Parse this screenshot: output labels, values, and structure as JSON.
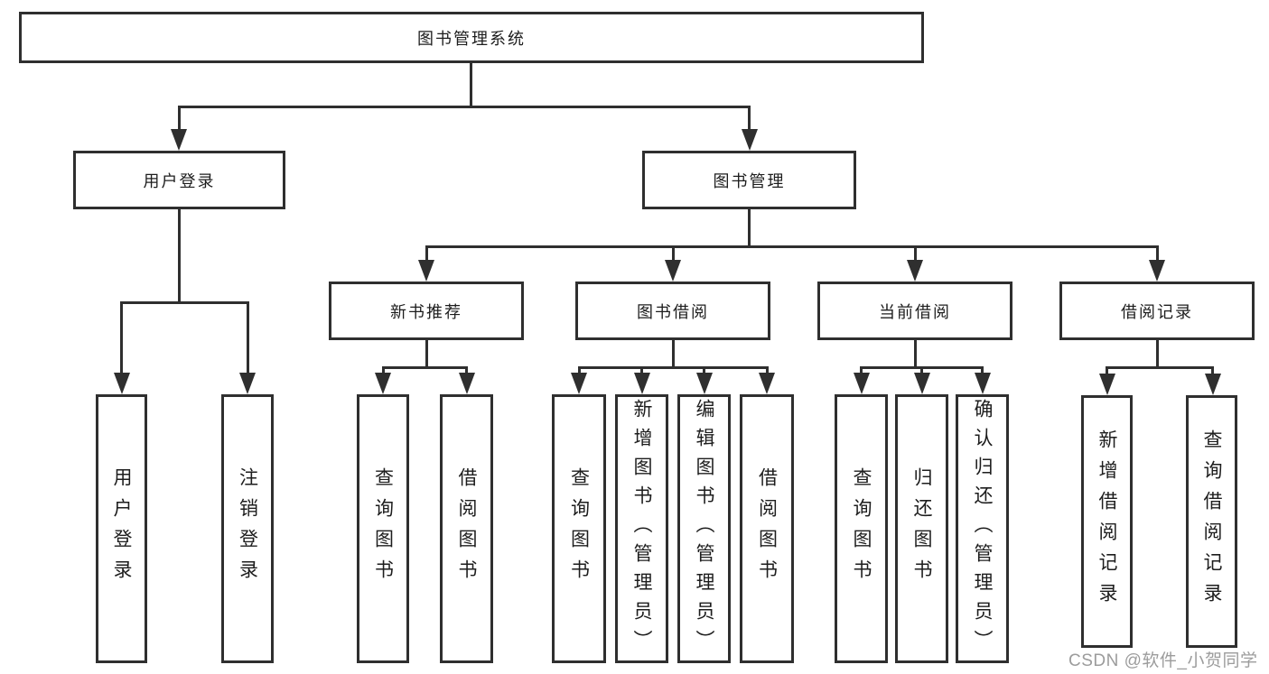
{
  "diagram": {
    "root": {
      "label": "图书管理系统"
    },
    "branches": {
      "user": {
        "label": "用户登录",
        "children": [
          "用户登录",
          "注销登录"
        ]
      },
      "books": {
        "label": "图书管理",
        "sections": [
          {
            "label": "新书推荐",
            "children": [
              "查询图书",
              "借阅图书"
            ]
          },
          {
            "label": "图书借阅",
            "children": [
              "查询图书",
              "新增图书（管理员）",
              "编辑图书（管理员）",
              "借阅图书"
            ]
          },
          {
            "label": "当前借阅",
            "children": [
              "查询图书",
              "归还图书",
              "确认归还（管理员）"
            ]
          },
          {
            "label": "借阅记录",
            "children": [
              "新增借阅记录",
              "查询借阅记录"
            ]
          }
        ]
      }
    },
    "colors": {
      "line": "#2f2f2f",
      "text": "#1d1d1d",
      "watermark": "#9c9c9c",
      "background": "#ffffff"
    },
    "watermark": "CSDN @软件_小贺同学"
  }
}
